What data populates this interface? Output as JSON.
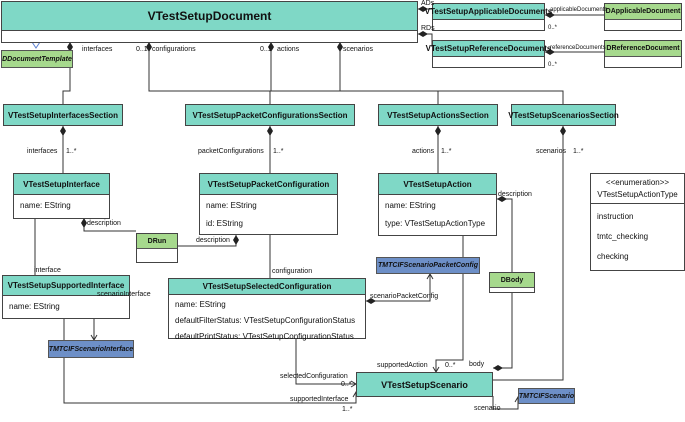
{
  "classes": {
    "doc": "VTestSetupDocument",
    "applicable": "VTestSetupApplicableDocuments",
    "reference": "VTestSetupReferenceDocuments",
    "interfacesSection": "VTestSetupInterfacesSection",
    "packetConfigSection": "VTestSetupPacketConfigurationsSection",
    "actionsSection": "VTestSetupActionsSection",
    "scenariosSection": "VTestSetupScenariosSection",
    "iface": "VTestSetupInterface",
    "packetConfig": "VTestSetupPacketConfiguration",
    "action": "VTestSetupAction",
    "supported": "VTestSetupSupportedInterface",
    "selected": "VTestSetupSelectedConfiguration",
    "scenario": "VTestSetupScenario"
  },
  "attributes": {
    "iface_name": "name: EString",
    "pc_name": "name: EString",
    "pc_id": "id: EString",
    "action_name": "name: EString",
    "action_type": "type: VTestSetupActionType",
    "supported_name": "name: EString",
    "sel_name": "name: EString",
    "sel_filter": "defaultFilterStatus: VTestSetupConfigurationStatus",
    "sel_print": "defaultPrintStatus: VTestSetupConfigurationStatus"
  },
  "templates": {
    "documentTemplate": "DDocumentTemplate",
    "applicableDocument": "DApplicableDocument",
    "referenceDocument": "DReferenceDocument",
    "run": "DRun",
    "body": "DBody",
    "tmtcPacketConfig": "TMTCIFScenarioPacketConfig",
    "tmtcInterface": "TMTCIFScenarioInterface",
    "tmtcScenario": "TMTCIFScenario"
  },
  "enumeration": {
    "stereotype": "<<enumeration>>",
    "name": "VTestSetupActionType",
    "literals": [
      "instruction",
      "tmtc_checking",
      "checking"
    ]
  },
  "labels": {
    "ads": "ADs",
    "rds": "RDs",
    "applicableDocuments": "applicableDocuments",
    "referenceDocuments": "referenceDocuments",
    "zero_star_a": "0..*",
    "zero_star_r": "0..*",
    "interfaces": "interfaces",
    "configurations": "configurations",
    "cfg_mult": "0..1",
    "actions": "actions",
    "act_mult": "0..1",
    "scenarios": "scenarios",
    "interfaces2": "interfaces",
    "if_mult": "1..*",
    "packetConfigurations": "packetConfigurations",
    "pc_mult": "1..*",
    "actions2": "actions",
    "a_mult": "1..*",
    "scenarios2": "scenarios",
    "s_mult": "1..*",
    "description1": "description",
    "description2": "description",
    "description3": "description",
    "interface": "interface",
    "scenarioInterface": "scenarioInterface",
    "configuration": "configuration",
    "scenarioPacketConfig": "scenarioPacketConfig",
    "supportedAction": "supportedAction",
    "sa_mult": "0..*",
    "body": "body",
    "selectedConfiguration": "selectedConfiguration",
    "sc_mult": "0..*",
    "supportedInterface": "supportedInterface",
    "si_mult": "1..*",
    "scenario": "scenario"
  }
}
